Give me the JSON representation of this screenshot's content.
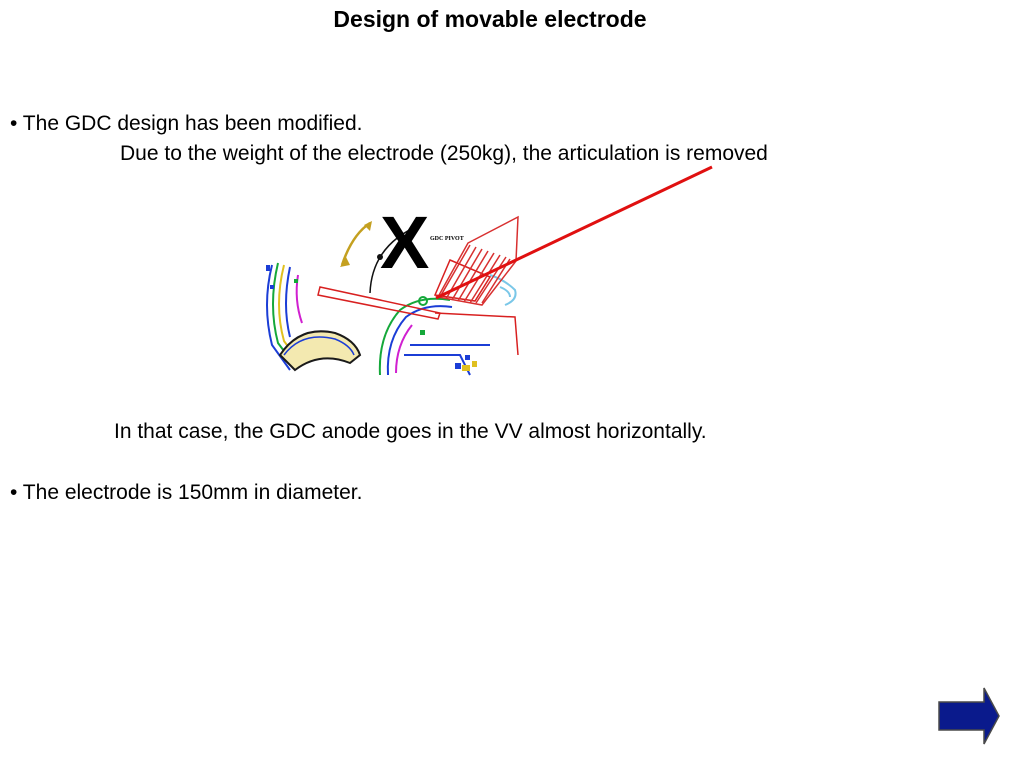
{
  "slide": {
    "title": "Design of movable electrode",
    "bullet_1": "• The GDC design has been modified.",
    "sub_1": "Due to the weight of the electrode (250kg), the articulation is removed",
    "sub_2": "In that case, the GDC anode goes in the VV almost horizontally.",
    "bullet_2": "• The electrode is 150mm in diameter."
  },
  "drawing": {
    "mark": "X",
    "label": "GDC PIVOT"
  },
  "nav": {
    "next_icon": "right-arrow-icon",
    "color": "#0a1a8c"
  },
  "colors": {
    "pointer": "#e01010",
    "hatch": "#d83030"
  }
}
